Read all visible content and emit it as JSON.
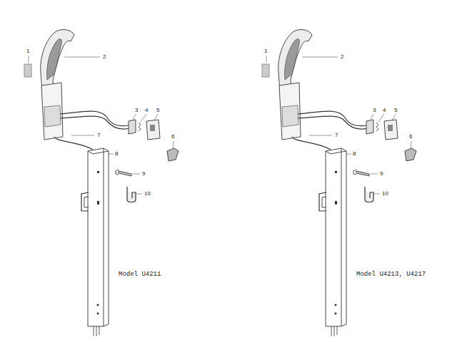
{
  "diagram": {
    "labels": [
      "1",
      "2",
      "3",
      "4",
      "5",
      "6",
      "7",
      "8",
      "9",
      "10",
      "Model U4211",
      "1",
      "2",
      "3",
      "4",
      "5",
      "6",
      "7",
      "8",
      "9",
      "10",
      "Model U4213, U4217"
    ]
  }
}
